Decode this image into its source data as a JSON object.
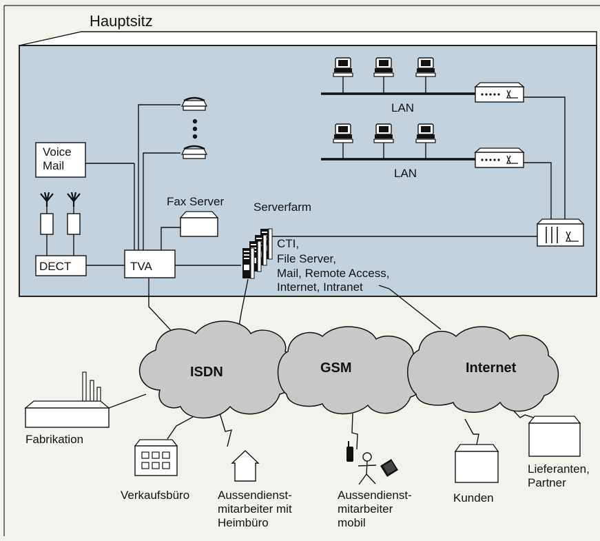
{
  "title": "Hauptsitz",
  "colors": {
    "building": "#c4d2de",
    "cloud": "#c8c8c8",
    "paper": "#f4f2ed",
    "ink": "#111111"
  },
  "hq": {
    "voice_mail": [
      "Voice",
      "Mail"
    ],
    "fax_server": "Fax Server",
    "dect": "DECT",
    "tva": "TVA",
    "serverfarm": "Serverfarm",
    "server_services": [
      "CTI,",
      "File Server,",
      "Mail, Remote Access,",
      "Internet, Intranet"
    ],
    "lan_top": "LAN",
    "lan_bottom": "LAN"
  },
  "networks": {
    "isdn": "ISDN",
    "gsm": "GSM",
    "internet": "Internet"
  },
  "sites": {
    "fabrikation": "Fabrikation",
    "verkaufsbuero": "Verkaufsbüro",
    "heimbuero": [
      "Aussendienst-",
      "mitarbeiter mit",
      "Heimbüro"
    ],
    "mobil": [
      "Aussendienst-",
      "mitarbeiter",
      "mobil"
    ],
    "kunden": "Kunden",
    "lieferanten": [
      "Lieferanten,",
      "Partner"
    ]
  }
}
